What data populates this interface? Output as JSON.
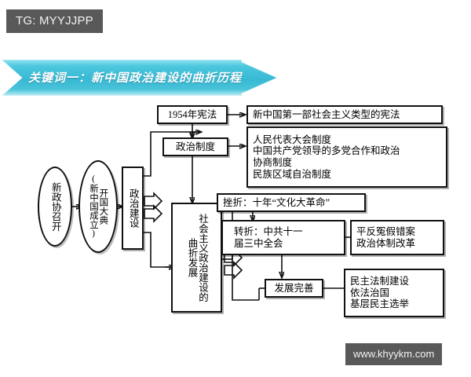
{
  "watermarks": {
    "tg_badge": "TG: MYYJJPP",
    "site": "www.khyykm.com"
  },
  "banner": {
    "text": "关键词一：新中国政治建设的曲折历程",
    "fill_color": "#3dbdd8",
    "text_color": "#ffffff"
  },
  "diagram": {
    "nodes": {
      "cppcc": "新政协召开",
      "founding_line1": "开国大典",
      "founding_line2": "(新中国成立)",
      "political_construction": "政治建设",
      "constitution_1954": "1954年宪法",
      "constitution_desc": "新中国第一部社会主义类型的宪法",
      "political_system": "政治制度",
      "system_list": [
        "人民代表大会制度",
        "中国共产党领导的多党合作和政治",
        "协商制度",
        "民族区域自治制度"
      ],
      "socialist_development_col1": "社会主义政治建设的",
      "socialist_development_col2": "曲折发展",
      "setback": "挫折：十年“文化大革命”",
      "turning_point_line1": "转折：中共十一",
      "turning_point_line2": "届三中全会",
      "turning_point_results": [
        "平反冤假错案",
        "政治体制改革"
      ],
      "improvement": "发展完善",
      "improvement_results": [
        "民主法制建设",
        "依法治国",
        "基层民主选举"
      ]
    }
  }
}
